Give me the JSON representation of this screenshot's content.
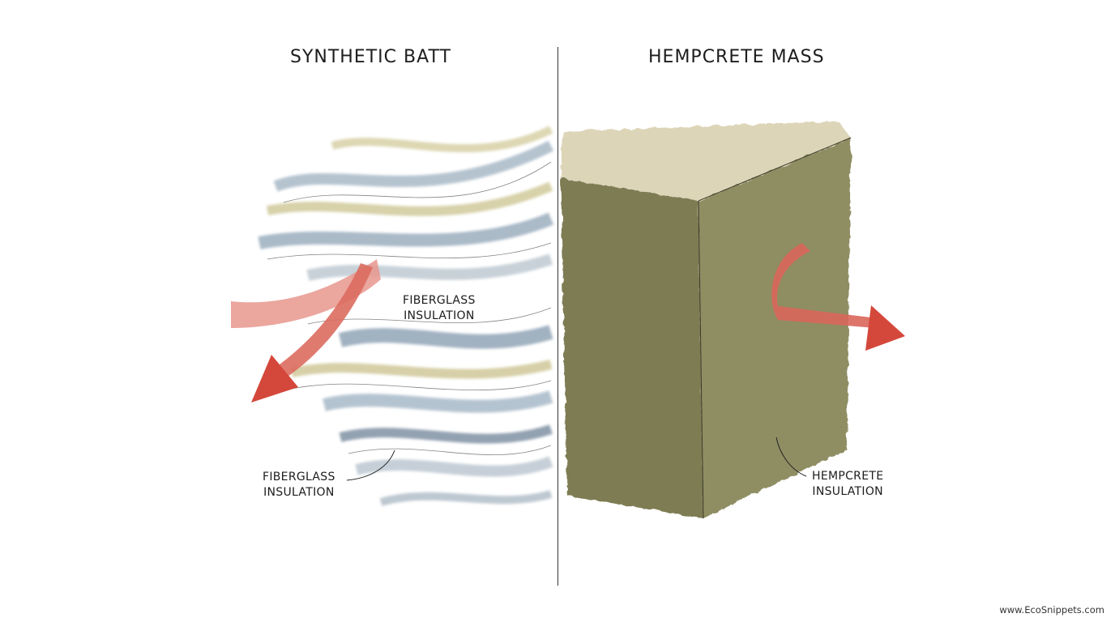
{
  "left_panel": {
    "title": "SYNTHETIC BATT",
    "center_label": {
      "line1": "FIBERGLASS",
      "line2": "INSULATION"
    },
    "callout_label": {
      "line1": "FIBERGLASS",
      "line2": "INSULATION"
    },
    "arrow": {
      "description": "heat arrow entering and curving out (escaping)",
      "color": "#d9534a"
    },
    "fiber_colors": [
      "#8ea3b5",
      "#c9c08a",
      "#a8b6c2",
      "#6f8398"
    ]
  },
  "right_panel": {
    "title": "HEMPCRETE MASS",
    "callout_label": {
      "line1": "HEMPCRETE",
      "line2": "INSULATION"
    },
    "arrow": {
      "description": "heat arrow curving through block and exiting right",
      "color": "#d65a4c"
    },
    "block_colors": {
      "top": "#d8d0b2",
      "front": "#7c7a52",
      "side": "#8b8a60"
    }
  },
  "footer": {
    "credit": "www.EcoSnippets.com"
  }
}
